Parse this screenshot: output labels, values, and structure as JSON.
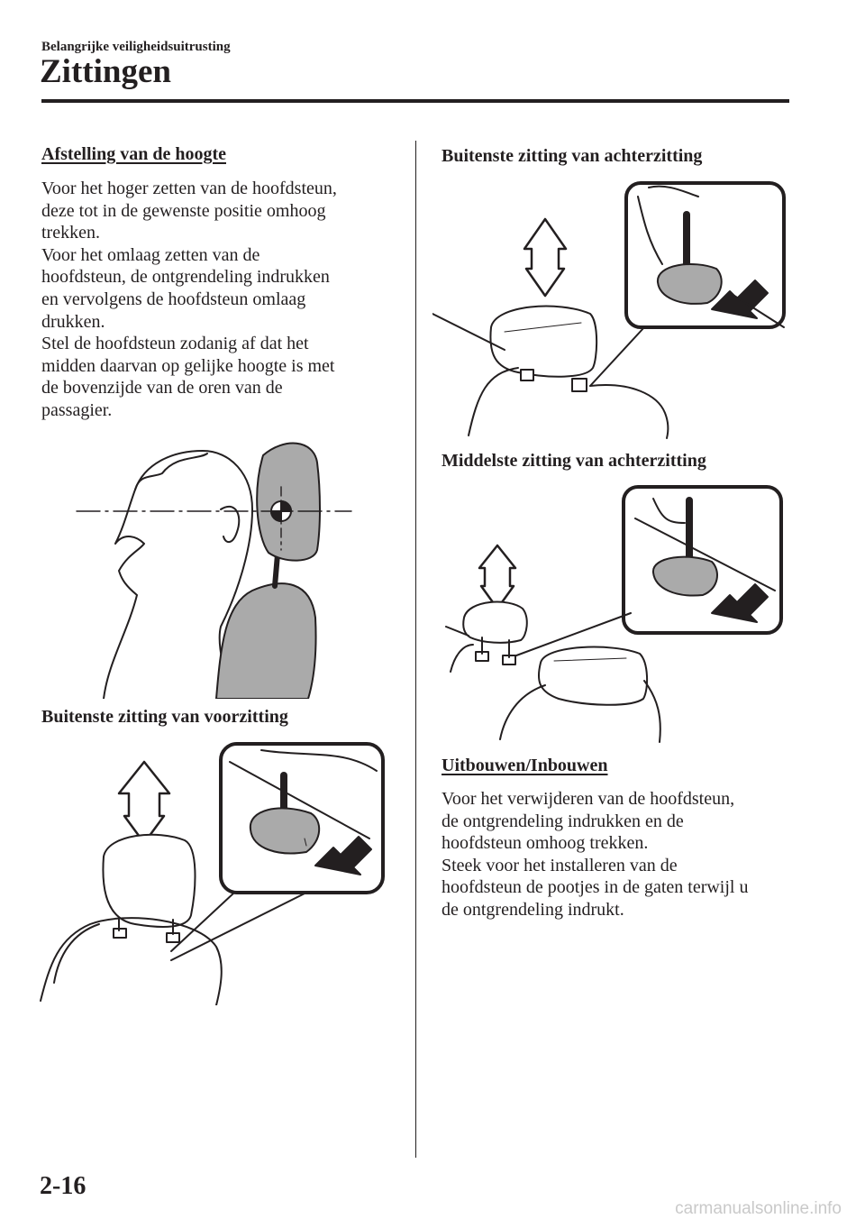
{
  "header": {
    "section": "Belangrijke veiligheidsuitrusting",
    "title": "Zittingen"
  },
  "left": {
    "height_heading": "Afstelling van de hoogte",
    "height_lines": [
      "Voor het hoger zetten van de hoofdsteun,",
      "deze tot in de gewenste positie omhoog",
      "trekken.",
      "Voor het omlaag zetten van de",
      "hoofdsteun, de ontgrendeling indrukken",
      "en vervolgens de hoofdsteun omlaag",
      "drukken.",
      "Stel de hoofdsteun zodanig af dat het",
      "midden daarvan op gelijke hoogte is met",
      "de bovenzijde van de oren van de",
      "passagier."
    ],
    "front_caption": "Buitenste zitting van voorzitting"
  },
  "right": {
    "rear_outer_caption": "Buitenste zitting van achterzitting",
    "rear_center_caption": "Middelste zitting van achterzitting",
    "remove_heading": "Uitbouwen/Inbouwen",
    "remove_lines": [
      "Voor het verwijderen van de hoofdsteun,",
      "de ontgrendeling indrukken en de",
      "hoofdsteun omhoog trekken.",
      "Steek voor het installeren van de",
      "hoofdsteun de pootjes in de gaten terwijl u",
      "de ontgrendeling indrukt."
    ]
  },
  "footer": {
    "page_number": "2-16",
    "watermark": "carmanualsonline.info"
  },
  "colors": {
    "ink": "#231f20",
    "fill_gray": "#aaaaaa",
    "watermark_gray": "#c9c9c9"
  }
}
